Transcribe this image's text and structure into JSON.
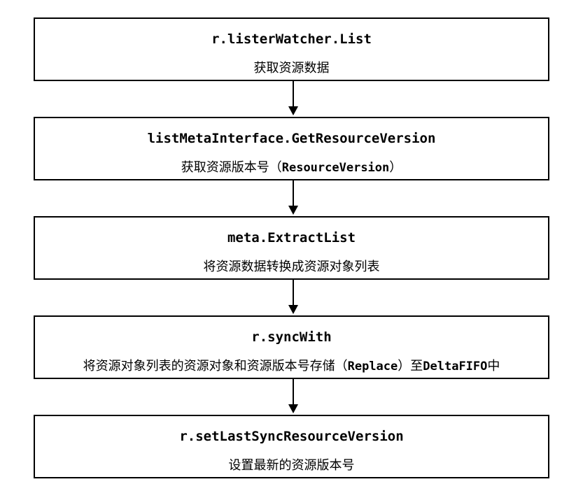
{
  "steps": [
    {
      "func": "r.listerWatcher.List",
      "desc": "获取资源数据"
    },
    {
      "func": "listMetaInterface.GetResourceVersion",
      "desc_pre": "获取资源版本号（",
      "desc_mono": "ResourceVersion",
      "desc_post": "）"
    },
    {
      "func": "meta.ExtractList",
      "desc": "将资源数据转换成资源对象列表"
    },
    {
      "func": "r.syncWith",
      "desc_pre": "将资源对象列表的资源对象和资源版本号存储（",
      "desc_mono": "Replace",
      "desc_mid": "）至",
      "desc_mono2": "DeltaFIFO",
      "desc_post": "中"
    },
    {
      "func": "r.setLastSyncResourceVersion",
      "desc": "设置最新的资源版本号"
    }
  ]
}
